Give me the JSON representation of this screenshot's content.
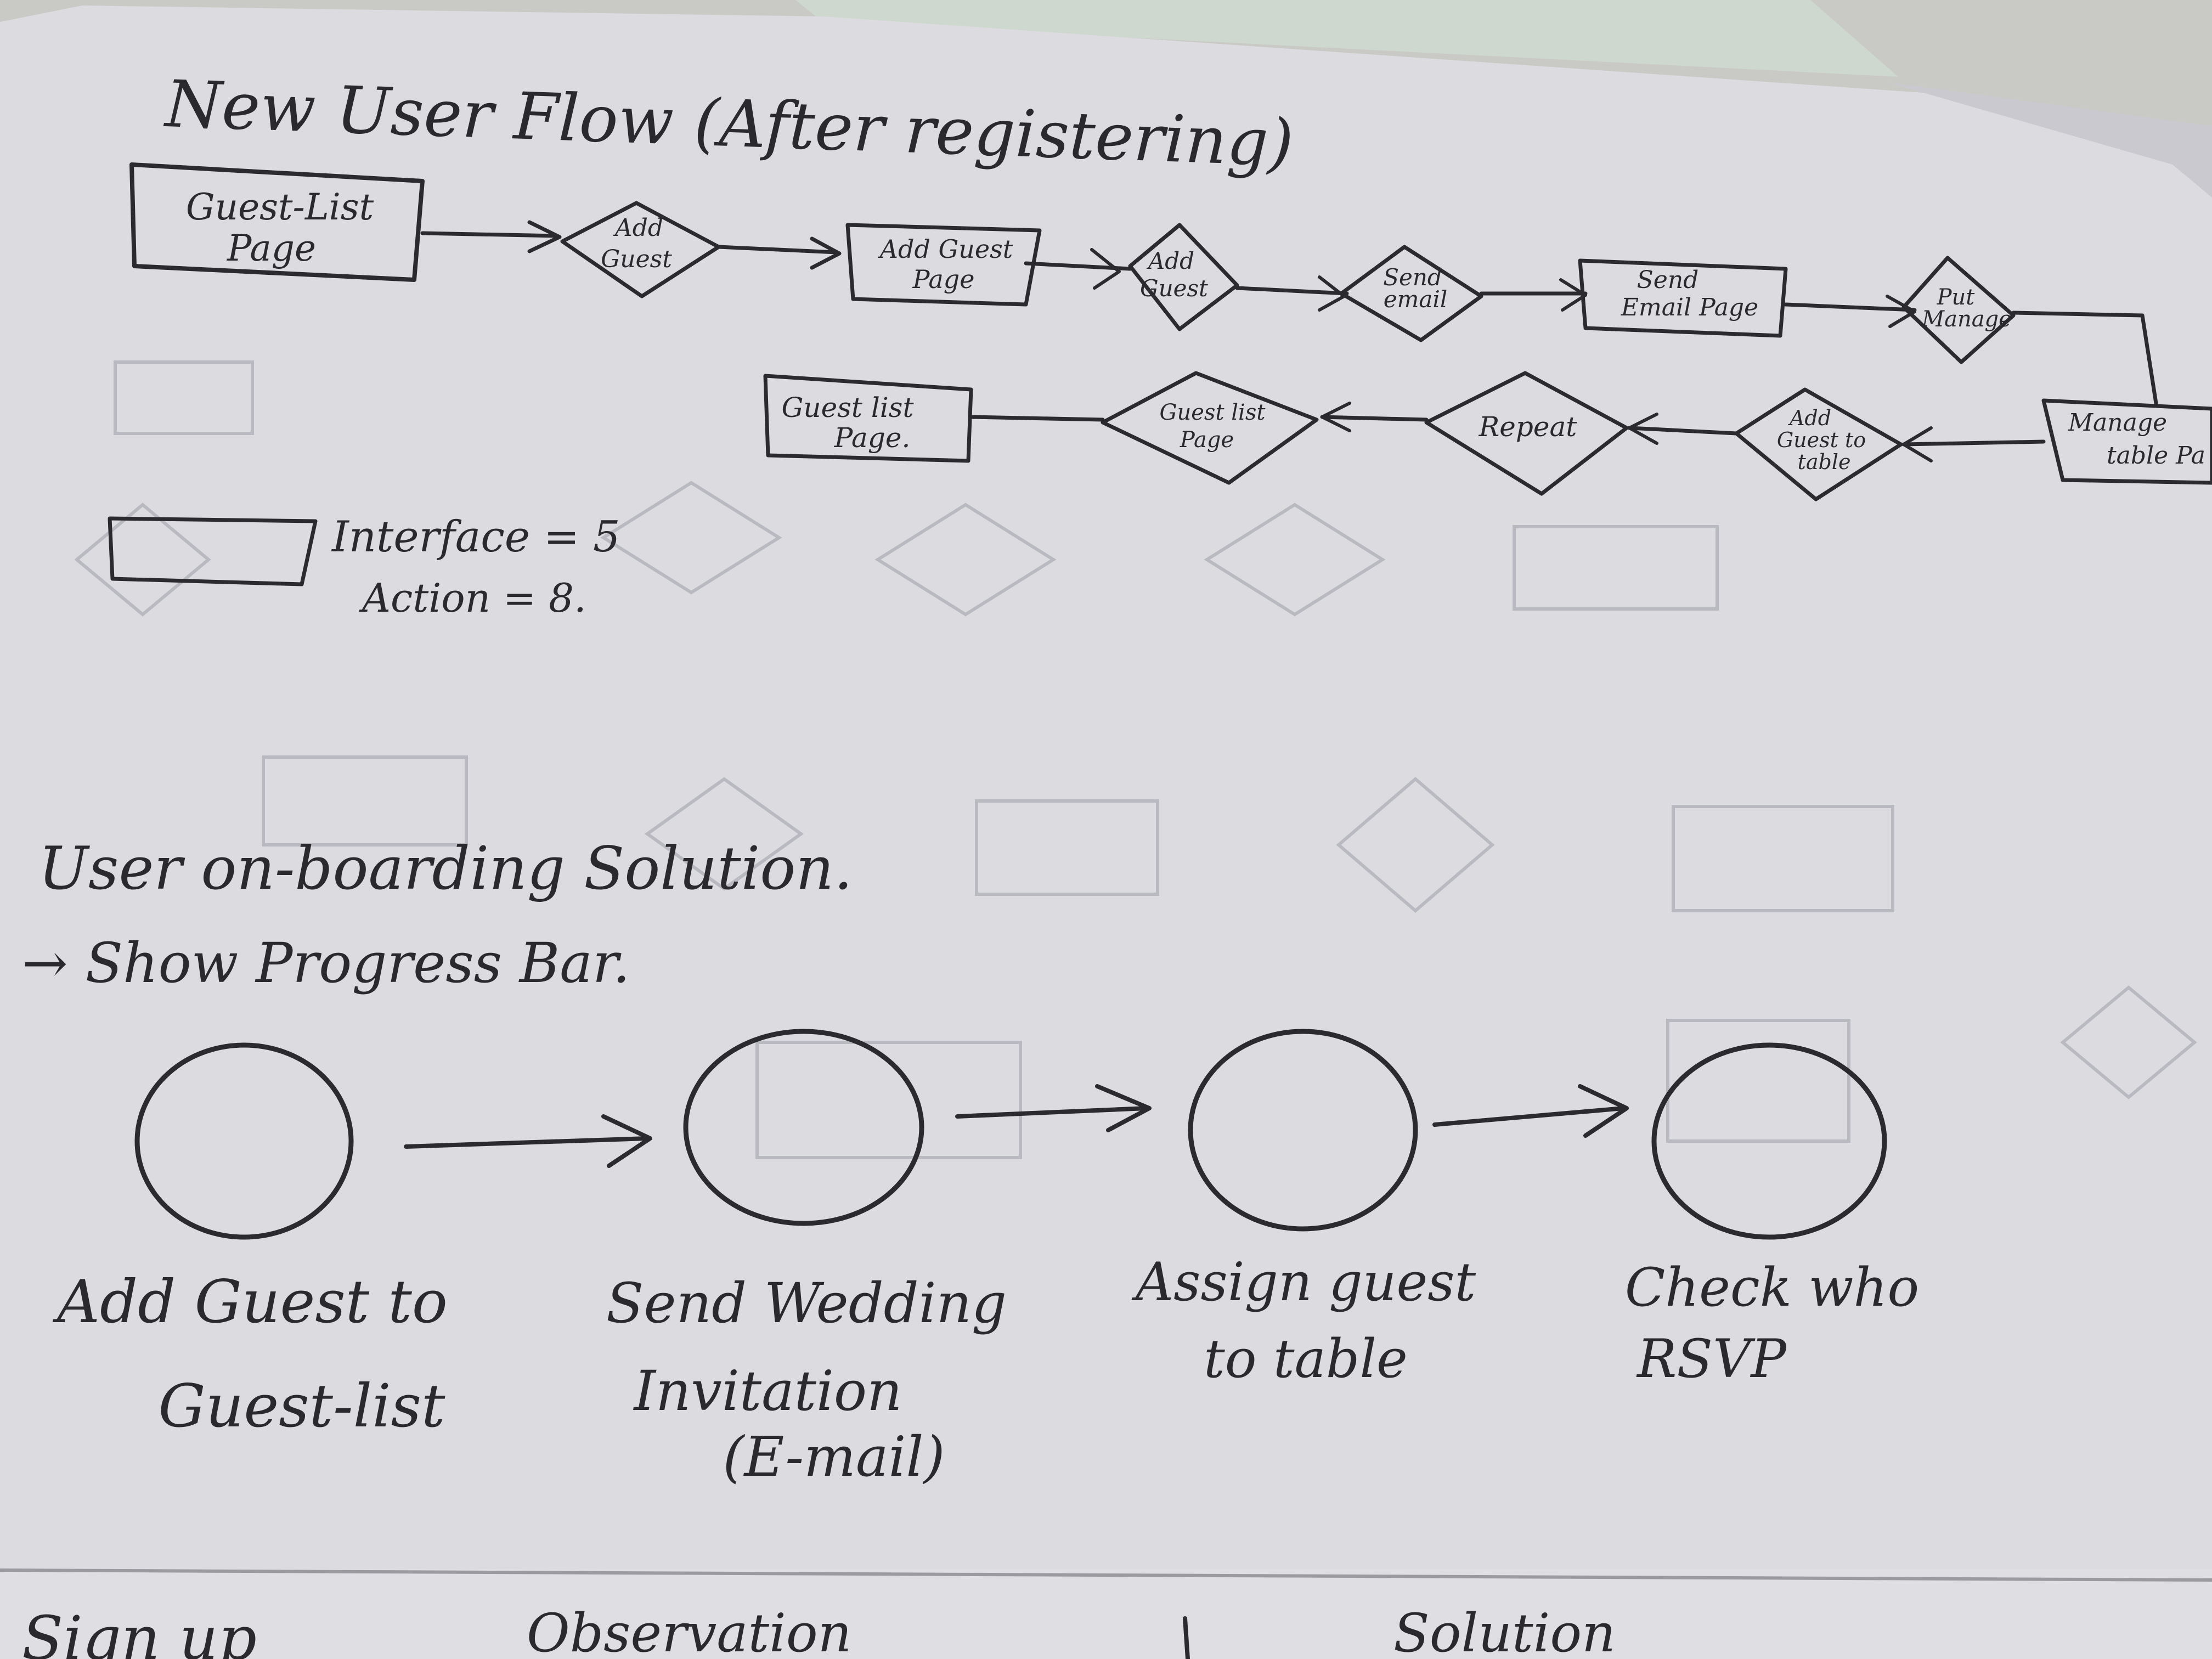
{
  "sketch": {
    "title": "New User Flow (After registering)",
    "flow_top": [
      {
        "kind": "interface",
        "label": [
          "Guest-List",
          "Page"
        ]
      },
      {
        "kind": "action",
        "label": [
          "Add",
          "Guest"
        ]
      },
      {
        "kind": "interface",
        "label": [
          "Add Guest",
          "Page"
        ]
      },
      {
        "kind": "action",
        "label": [
          "Add",
          "Guest"
        ]
      },
      {
        "kind": "action",
        "label": [
          "Send",
          "email"
        ]
      },
      {
        "kind": "interface",
        "label": [
          "Send",
          "Email Page"
        ]
      },
      {
        "kind": "action",
        "label": [
          "Put",
          "Manage"
        ]
      }
    ],
    "flow_bottom": [
      {
        "kind": "interface",
        "label": [
          "Manage",
          "table Pa"
        ]
      },
      {
        "kind": "action",
        "label": [
          "Add",
          "Guest to",
          "table"
        ]
      },
      {
        "kind": "action",
        "label": [
          "Repeat"
        ]
      },
      {
        "kind": "action",
        "label": [
          "Guest list",
          "Page"
        ]
      },
      {
        "kind": "interface",
        "label": [
          "Guest list",
          "Page."
        ]
      }
    ],
    "legend": {
      "interface_text": "Interface = 5",
      "action_text": "Action = 8."
    },
    "solution_title": "User on-boarding Solution.",
    "solution_subtitle": "→ Show Progress Bar.",
    "progress_steps": [
      {
        "label": [
          "Add Guest to",
          "Guest-list"
        ]
      },
      {
        "label": [
          "Send Wedding",
          "Invitation",
          "(E-mail)"
        ]
      },
      {
        "label": [
          "Assign guest",
          "to table"
        ]
      },
      {
        "label": [
          "Check who",
          "RSVP"
        ]
      }
    ],
    "bottom_strip": [
      "Sign up",
      "Observation",
      "Solution"
    ]
  }
}
